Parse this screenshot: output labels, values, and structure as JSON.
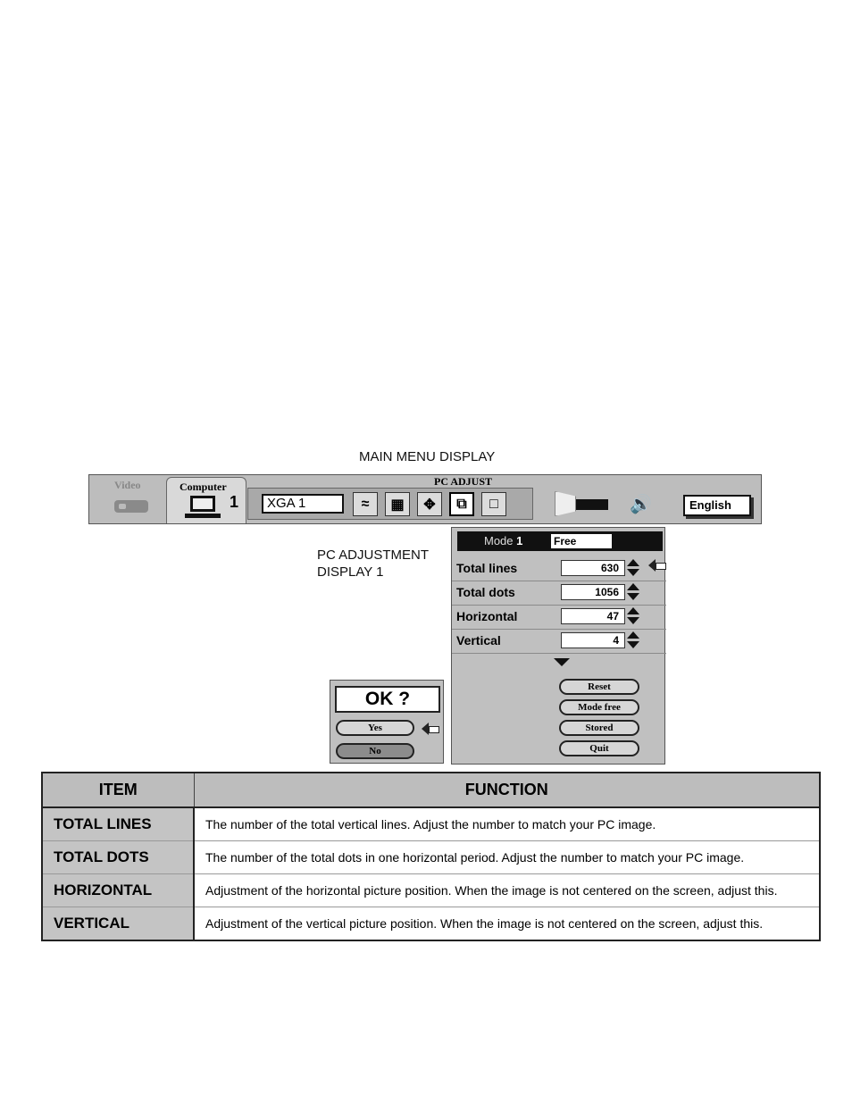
{
  "captions": {
    "main_menu": "MAIN MENU DISPLAY",
    "pc_adjust_line1": "PC ADJUSTMENT",
    "pc_adjust_line2": "DISPLAY 1"
  },
  "menubar": {
    "tab_video": "Video",
    "tab_computer": "Computer",
    "computer_number": "1",
    "pc_adjust_title": "PC ADJUST",
    "mode_field": "XGA 1",
    "language": "English",
    "icons": [
      "computer-icon",
      "fine-sync-icon",
      "pc-adjust-icon",
      "position-icon",
      "picture-icon",
      "screen-icon",
      "projector-icon",
      "speaker-icon"
    ]
  },
  "pc_panel": {
    "mode_label": "Mode",
    "mode_number": "1",
    "mode_value": "Free",
    "rows": [
      {
        "label": "Total lines",
        "value": "630"
      },
      {
        "label": "Total dots",
        "value": "1056"
      },
      {
        "label": "Horizontal",
        "value": "47"
      },
      {
        "label": "Vertical",
        "value": "4"
      }
    ],
    "buttons": [
      "Reset",
      "Mode free",
      "Stored",
      "Quit"
    ]
  },
  "ok_dialog": {
    "title": "OK ?",
    "yes": "Yes",
    "no": "No"
  },
  "table": {
    "headers": [
      "ITEM",
      "FUNCTION"
    ],
    "rows": [
      {
        "item": "TOTAL LINES",
        "function": "The number of the total vertical lines. Adjust the number to match your PC image."
      },
      {
        "item": "TOTAL DOTS",
        "function": "The number of the total dots in one horizontal period. Adjust the number to match your PC image."
      },
      {
        "item": "HORIZONTAL",
        "function": "Adjustment of the horizontal picture position. When the image is not centered on the screen, adjust this."
      },
      {
        "item": "VERTICAL",
        "function": "Adjustment of the vertical picture position. When the image is not centered on the screen, adjust this."
      }
    ]
  }
}
